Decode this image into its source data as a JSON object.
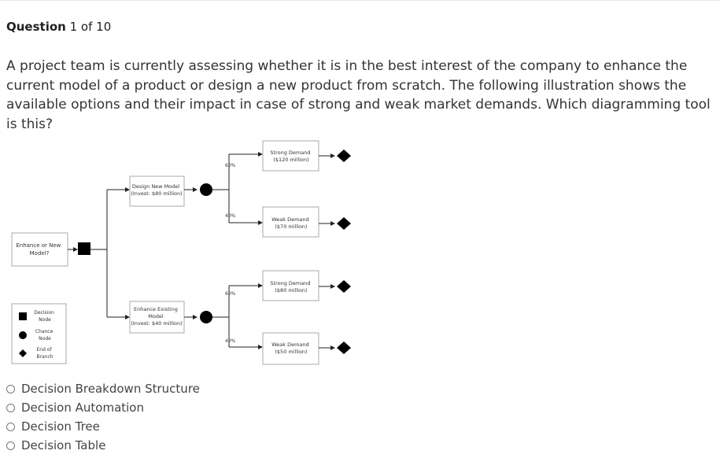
{
  "question": {
    "header_bold": "Question",
    "header_rest": "1 of 10",
    "text": "A project team is currently assessing whether it is in the best interest of the company to enhance the current model of a product or design a new product from scratch. The following illustration shows the available options and their impact in case of strong and weak market demands. Which diagramming tool is this?"
  },
  "diagram": {
    "root": [
      "Enhance or New",
      "Model?"
    ],
    "design": [
      "Design New Model",
      "(Invest: $80 million)"
    ],
    "enhance": [
      "Enhance Existing",
      "Model",
      "(Invest: $40 million)"
    ],
    "outcome1": [
      "Strong Demand",
      "($120 million)"
    ],
    "outcome2": [
      "Weak Demand",
      "($70 million)"
    ],
    "outcome3": [
      "Strong Demand",
      "($80 million)"
    ],
    "outcome4": [
      "Weak Demand",
      "($50 million)"
    ],
    "prob1": "60%",
    "prob2": "40%",
    "prob3": "60%",
    "prob4": "40%",
    "legend": {
      "decision": [
        "Decision",
        "Node"
      ],
      "chance": [
        "Chance",
        "Node"
      ],
      "end": [
        "End of",
        "Branch"
      ]
    }
  },
  "options": [
    {
      "label": "Decision Breakdown Structure"
    },
    {
      "label": "Decision Automation"
    },
    {
      "label": "Decision Tree"
    },
    {
      "label": "Decision Table"
    }
  ]
}
